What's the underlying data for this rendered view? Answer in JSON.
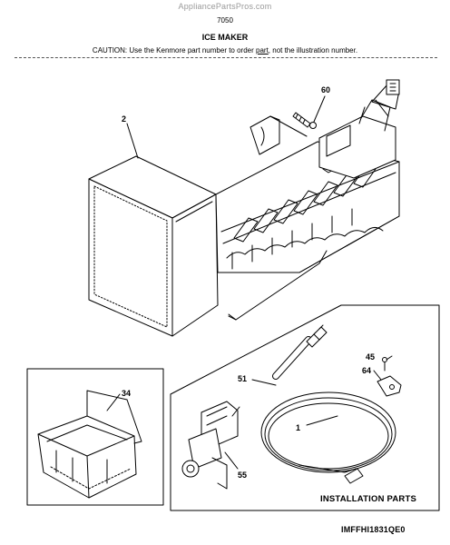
{
  "header": {
    "watermark": "AppliancePartsPros.com",
    "page_number": "7050",
    "title": "ICE MAKER",
    "caution_before": "CAUTION: Use the Kenmore part number to order ",
    "caution_link": "part",
    "caution_after": ", not the illustration number."
  },
  "callouts": {
    "c60": "60",
    "c2": "2",
    "c34": "34",
    "c51": "51",
    "c45": "45",
    "c64": "64",
    "c1": "1",
    "c55": "55"
  },
  "installation_label": "INSTALLATION PARTS",
  "document_code": "IMFFHI1831QE0"
}
